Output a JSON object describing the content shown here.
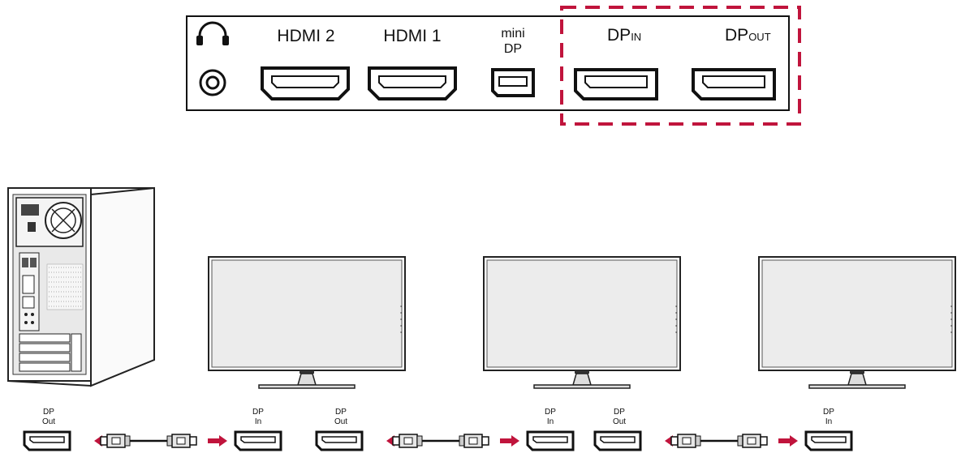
{
  "panel": {
    "ports": [
      {
        "id": "headphone",
        "icon": "headphone-icon",
        "connector": "audio-jack"
      },
      {
        "id": "hdmi2",
        "label": "HDMI 2",
        "connector": "hdmi"
      },
      {
        "id": "hdmi1",
        "label": "HDMI 1",
        "connector": "hdmi"
      },
      {
        "id": "minidp",
        "label_line1": "mini",
        "label_line2": "DP",
        "connector": "mini-displayport"
      },
      {
        "id": "dpin",
        "label_main": "DP",
        "label_sub": "IN",
        "connector": "displayport"
      },
      {
        "id": "dpout",
        "label_main": "DP",
        "label_sub": "OUT",
        "connector": "displayport"
      }
    ],
    "highlight_color": "#c0143c"
  },
  "chain": {
    "links": [
      {
        "out_line1": "DP",
        "out_line2": "Out",
        "in_line1": "DP",
        "in_line2": "In"
      },
      {
        "out_line1": "DP",
        "out_line2": "Out",
        "in_line1": "DP",
        "in_line2": "In"
      },
      {
        "out_line1": "DP",
        "out_line2": "Out",
        "in_line1": "DP",
        "in_line2": "In"
      }
    ],
    "arrow_color": "#c0143c"
  },
  "devices": {
    "computer": "pc-tower",
    "monitors": [
      "monitor",
      "monitor",
      "monitor"
    ]
  }
}
